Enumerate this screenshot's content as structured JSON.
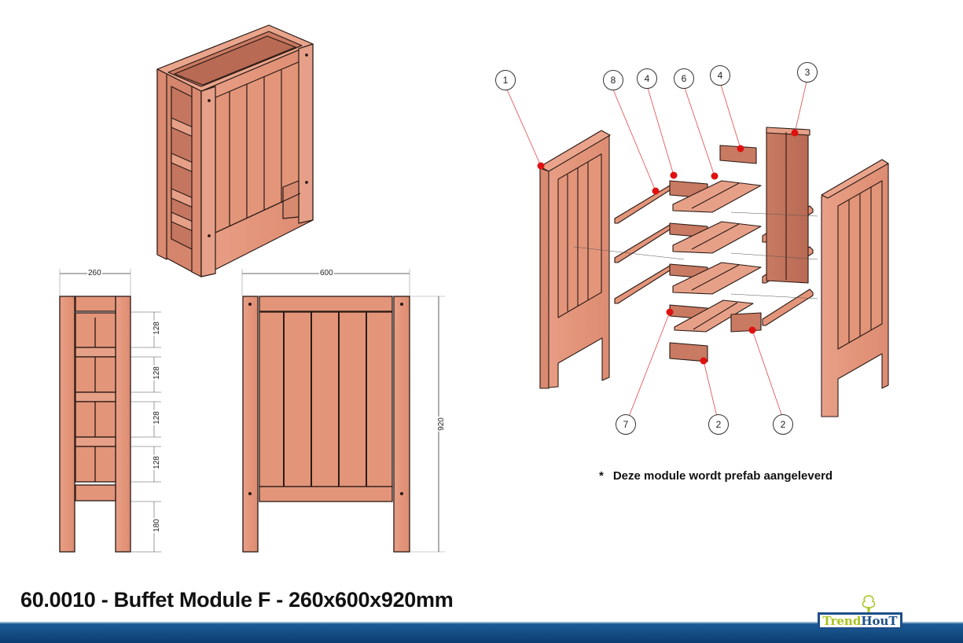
{
  "title": "60.0010 - Buffet Module F - 260x600x920mm",
  "note": {
    "star": "*",
    "text": "Deze module wordt prefab aangeleverd"
  },
  "logo": {
    "part1": "Trend",
    "part2": "HouT"
  },
  "colors": {
    "wood": "#e3957a",
    "wood_dark": "#c97a62",
    "outline": "#2a1a14",
    "footer_blue": "#0d4a86",
    "callout_red": "#e01010",
    "logo_green": "#a8c41f",
    "logo_blue": "#1d4f8a"
  },
  "side_view": {
    "width_label": "260",
    "spacing_labels": [
      "128",
      "128",
      "128",
      "128",
      "180"
    ]
  },
  "front_view": {
    "width_label": "600",
    "height_label": "920"
  },
  "exploded_view": {
    "callouts": [
      {
        "id": "c1",
        "label": "1"
      },
      {
        "id": "c8",
        "label": "8"
      },
      {
        "id": "c4a",
        "label": "4"
      },
      {
        "id": "c6",
        "label": "6"
      },
      {
        "id": "c4b",
        "label": "4"
      },
      {
        "id": "c3",
        "label": "3"
      },
      {
        "id": "c7",
        "label": "7"
      },
      {
        "id": "c2a",
        "label": "2"
      },
      {
        "id": "c2b",
        "label": "2"
      }
    ]
  }
}
